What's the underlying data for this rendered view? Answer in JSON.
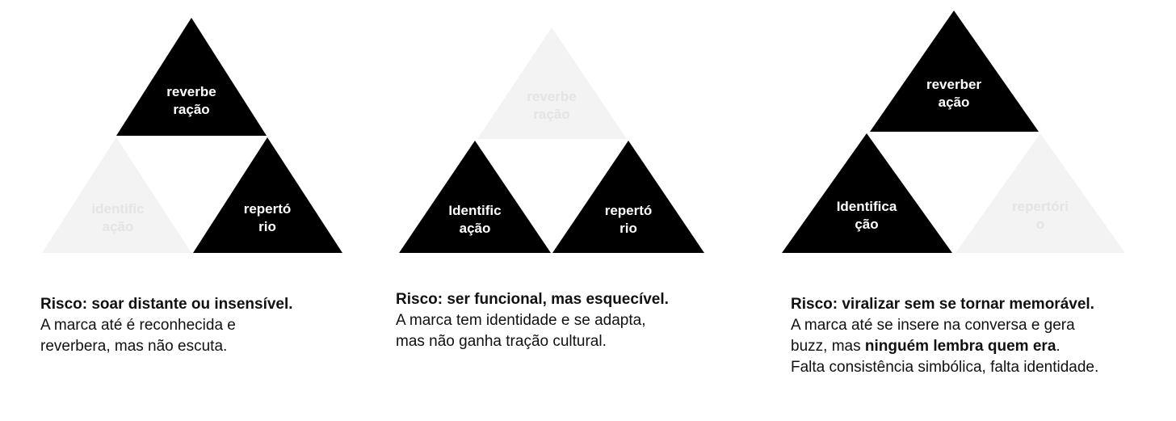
{
  "colors": {
    "active": "#000000",
    "faded": "#f3f3f3",
    "active_text": "#ffffff",
    "faded_text": "#e4e4e4"
  },
  "panels": [
    {
      "triangles": [
        {
          "role": "top",
          "active": true,
          "lines": [
            "reverbe",
            "ração"
          ]
        },
        {
          "role": "left",
          "active": false,
          "lines": [
            "identific",
            "ação"
          ]
        },
        {
          "role": "right",
          "active": true,
          "lines": [
            "repertó",
            "rio"
          ]
        }
      ],
      "caption": {
        "risk": "Risco: soar distante ou insensível.",
        "line1": "A marca até é reconhecida e",
        "line2": "reverbera, mas não escuta."
      }
    },
    {
      "triangles": [
        {
          "role": "top",
          "active": false,
          "lines": [
            "reverbe",
            "ração"
          ]
        },
        {
          "role": "left",
          "active": true,
          "lines": [
            "Identific",
            "ação"
          ]
        },
        {
          "role": "right",
          "active": true,
          "lines": [
            "repertó",
            "rio"
          ]
        }
      ],
      "caption": {
        "risk": "Risco: ser funcional, mas esquecível.",
        "line1": "A marca tem identidade e se adapta,",
        "line2": "mas não ganha tração cultural."
      }
    },
    {
      "triangles": [
        {
          "role": "top",
          "active": true,
          "lines": [
            "reverber",
            "ação"
          ]
        },
        {
          "role": "left",
          "active": true,
          "lines": [
            "Identifica",
            "ção"
          ]
        },
        {
          "role": "right",
          "active": false,
          "lines": [
            "repertóri",
            "o"
          ]
        }
      ],
      "caption": {
        "risk": "Risco: viralizar sem se tornar memorável.",
        "line1": "A marca até se insere na conversa e gera",
        "line2_pre": "buzz, mas ",
        "line2_bold": "ninguém lembra quem era",
        "line2_post": ".",
        "line3": "Falta consistência simbólica, falta identidade."
      }
    }
  ]
}
